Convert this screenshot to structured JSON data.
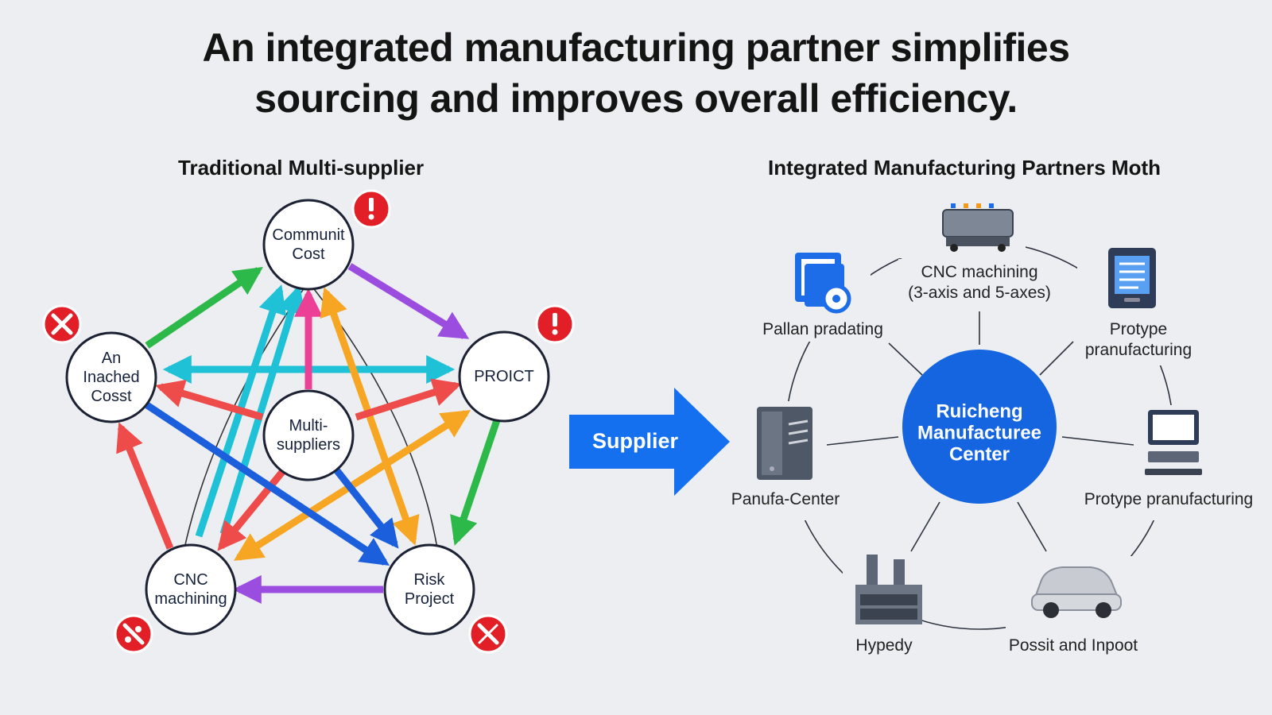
{
  "headline": {
    "line1": "An integrated manufacturing partner simplifies",
    "line2": "sourcing and improves overall efficiency."
  },
  "left_section": {
    "title": "Traditional Multi-supplier",
    "nodes": {
      "top": [
        "Communit",
        "Cost"
      ],
      "left": [
        "An",
        "Inached",
        "Cosst"
      ],
      "right": [
        "PROICT"
      ],
      "center": [
        "Multi-",
        "suppliers"
      ],
      "bottom_left": [
        "CNC",
        "machining"
      ],
      "bottom_right": [
        "Risk",
        "Project"
      ]
    },
    "alert_icons": [
      "exclamation-icon",
      "exclamation-icon",
      "wrench-cross-icon",
      "wrench-cross-icon",
      "wrench-cross-icon"
    ],
    "arrow_colors": {
      "green": "#2db84a",
      "purple": "#9b4de0",
      "cyan": "#1ec1d6",
      "pink": "#ec3f96",
      "orange": "#f6a623",
      "red": "#ee4b4b",
      "blue": "#1b5fdc"
    },
    "alert_color": "#e21f26"
  },
  "transition_arrow": {
    "label": "Supplier",
    "color": "#1570ef"
  },
  "right_section": {
    "title": "Integrated Manufacturing Partners Moth",
    "center": [
      "Ruicheng",
      "Manufacturee",
      "Center"
    ],
    "center_color": "#1565e0",
    "items": [
      {
        "label": [
          "CNC machining",
          "(3-axis and 5-axes)"
        ],
        "icon": "cnc-machine-icon"
      },
      {
        "label": [
          "Pallan pradating"
        ],
        "icon": "document-gear-icon"
      },
      {
        "label": [
          "Protype",
          "pranufacturing"
        ],
        "icon": "tablet-document-icon"
      },
      {
        "label": [
          "Panufa-Center"
        ],
        "icon": "server-icon"
      },
      {
        "label": [
          "Protype pranufacturing"
        ],
        "icon": "desktop-computer-icon"
      },
      {
        "label": [
          "Hypedy"
        ],
        "icon": "factory-icon"
      },
      {
        "label": [
          "Possit and Inpoot"
        ],
        "icon": "car-icon"
      }
    ]
  }
}
